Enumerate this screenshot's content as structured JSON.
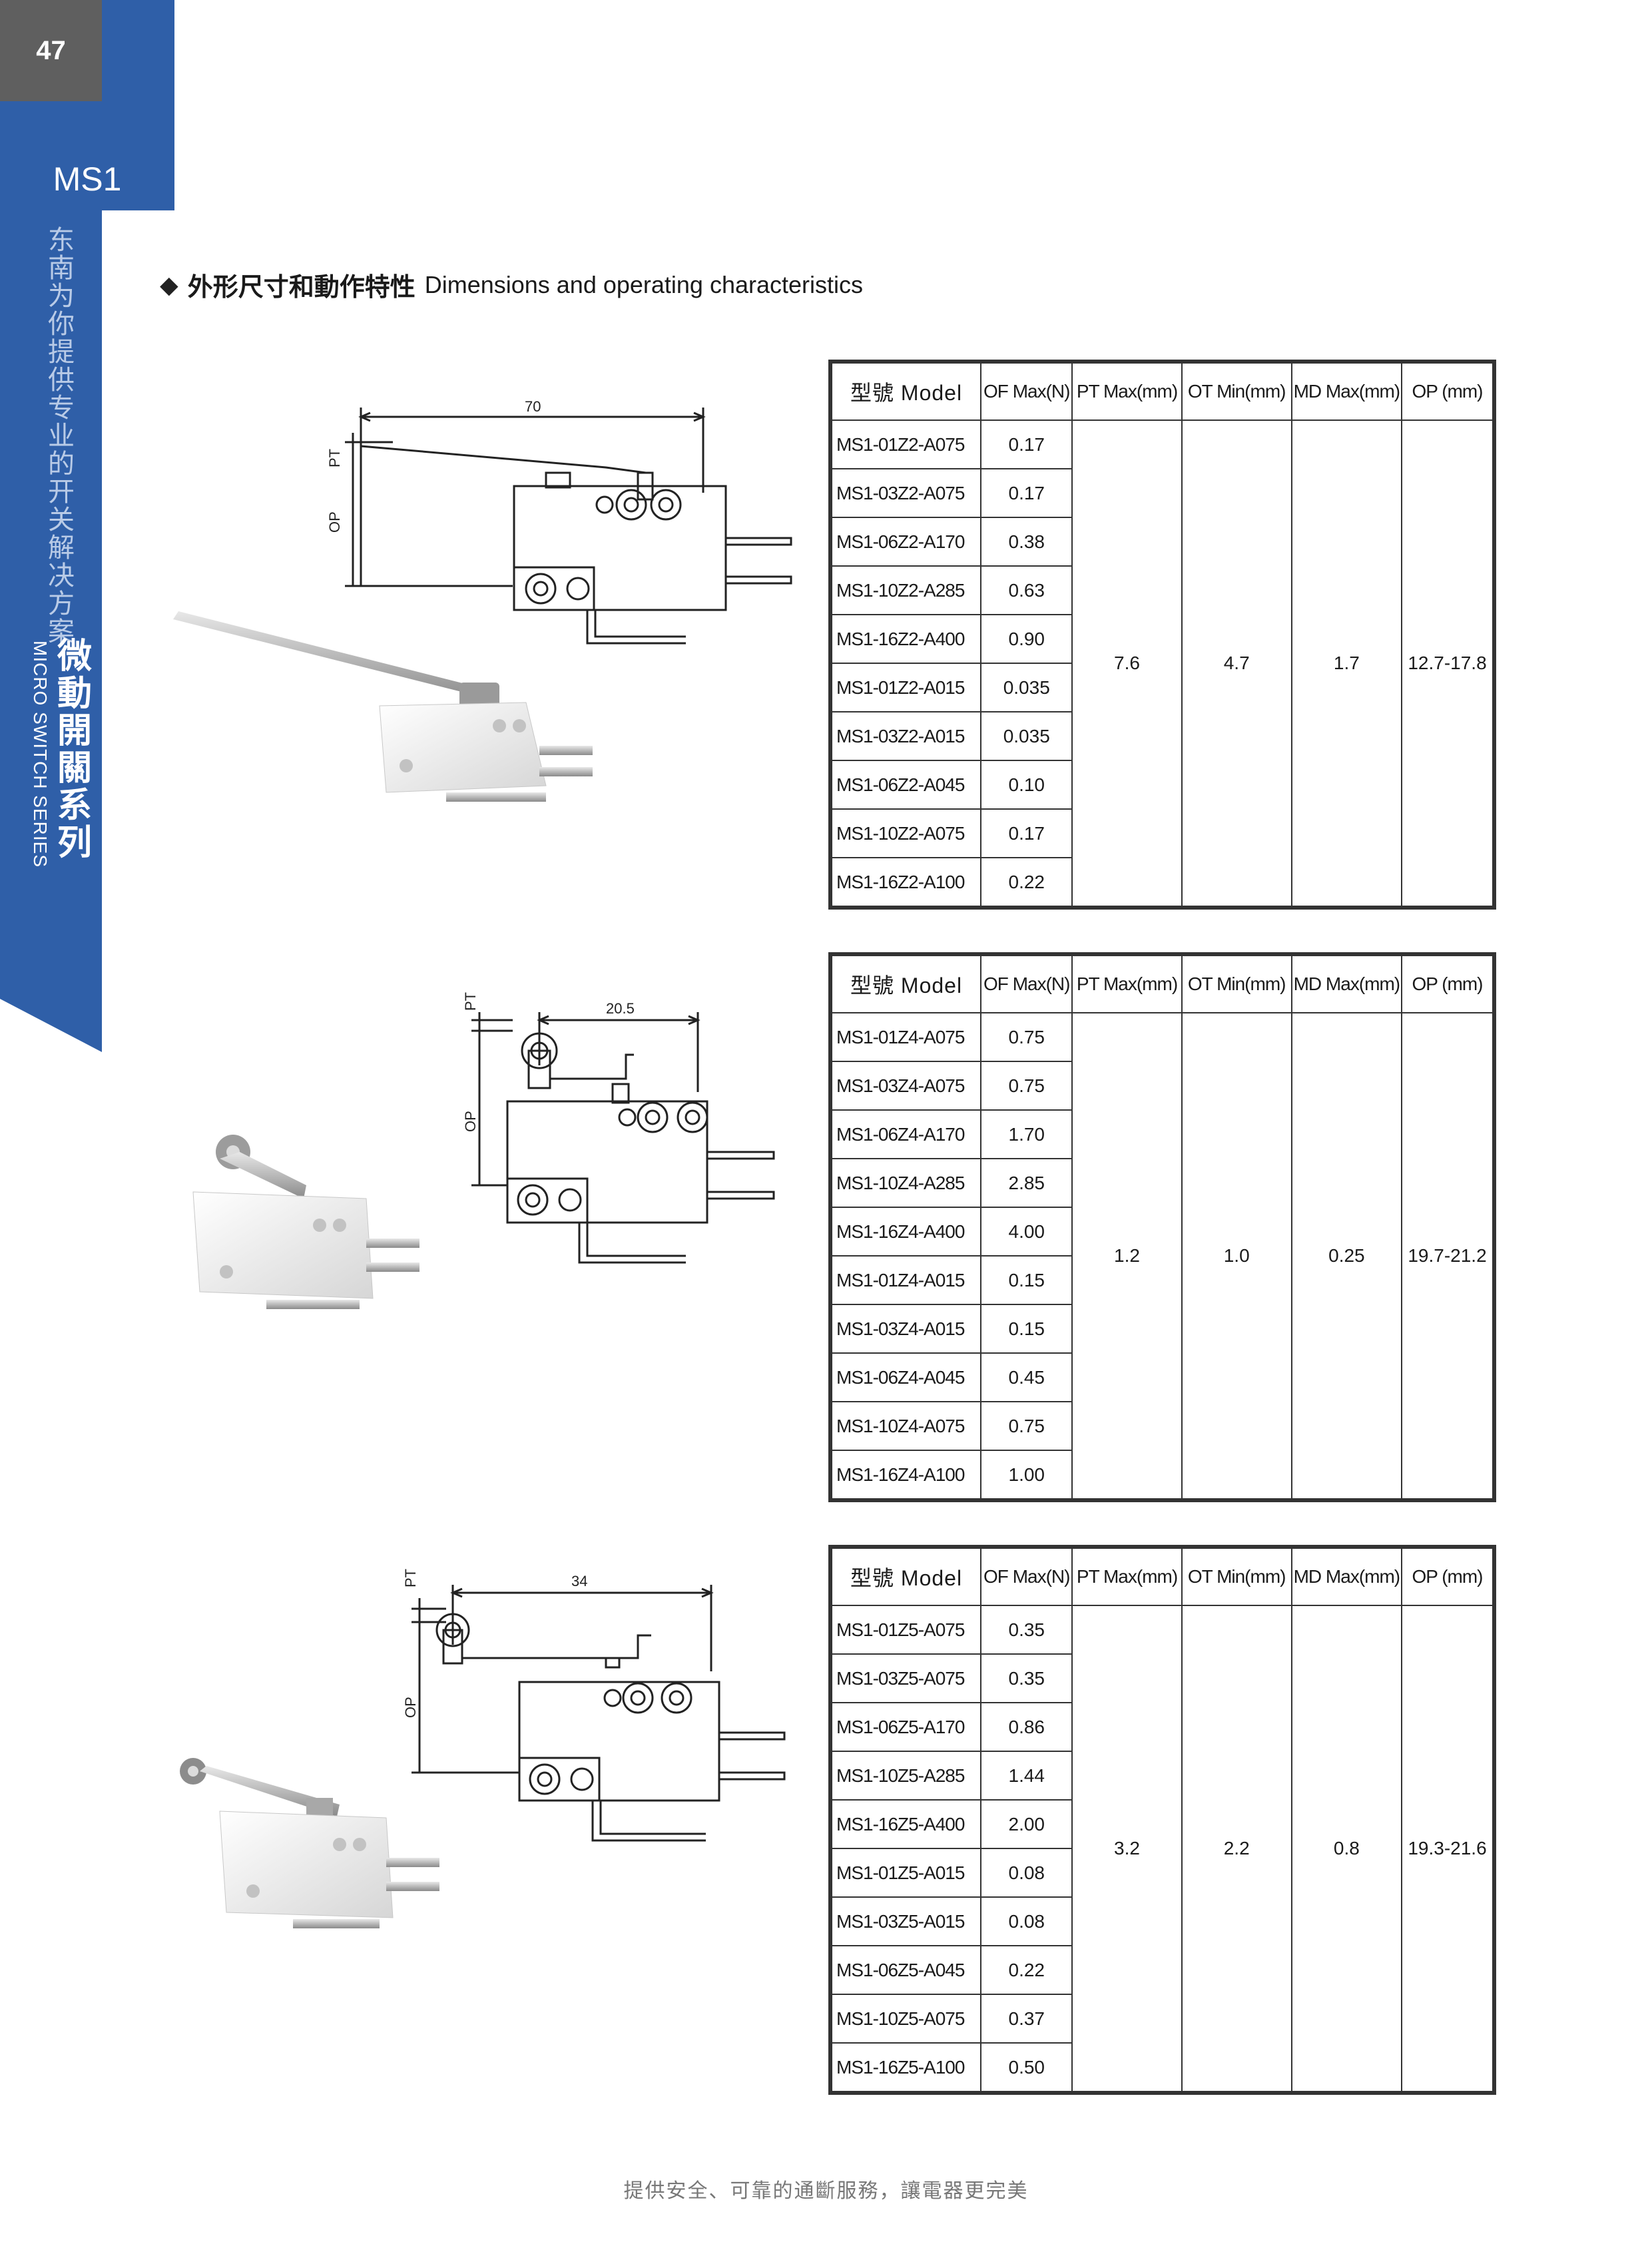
{
  "sidebar": {
    "page_number": "47",
    "series_code": "MS1",
    "slogan_vertical": "东南为你提供专业的开关解决方案",
    "series_cn": "微動開關系列",
    "series_en": "MICRO SWITCH SERIES"
  },
  "heading": {
    "bullet": "◆",
    "title_cn": "外形尺寸和動作特性",
    "title_en": "Dimensions and operating characteristics"
  },
  "table_headers": {
    "model": "型號 Model",
    "of": "OF Max(N)",
    "pt": "PT Max(mm)",
    "ot": "OT Min(mm)",
    "md": "MD Max(mm)",
    "op": "OP (mm)"
  },
  "groups": [
    {
      "dim_length": "70",
      "dim_pt": "PT",
      "dim_op": "OP",
      "rows": [
        {
          "model": "MS1-01Z2-A075",
          "of": "0.17"
        },
        {
          "model": "MS1-03Z2-A075",
          "of": "0.17"
        },
        {
          "model": "MS1-06Z2-A170",
          "of": "0.38"
        },
        {
          "model": "MS1-10Z2-A285",
          "of": "0.63"
        },
        {
          "model": "MS1-16Z2-A400",
          "of": "0.90"
        },
        {
          "model": "MS1-01Z2-A015",
          "of": "0.035"
        },
        {
          "model": "MS1-03Z2-A015",
          "of": "0.035"
        },
        {
          "model": "MS1-06Z2-A045",
          "of": "0.10"
        },
        {
          "model": "MS1-10Z2-A075",
          "of": "0.17"
        },
        {
          "model": "MS1-16Z2-A100",
          "of": "0.22"
        }
      ],
      "pt": "7.6",
      "ot": "4.7",
      "md": "1.7",
      "op": "12.7-17.8"
    },
    {
      "dim_length": "20.5",
      "dim_pt": "PT",
      "dim_op": "OP",
      "rows": [
        {
          "model": "MS1-01Z4-A075",
          "of": "0.75"
        },
        {
          "model": "MS1-03Z4-A075",
          "of": "0.75"
        },
        {
          "model": "MS1-06Z4-A170",
          "of": "1.70"
        },
        {
          "model": "MS1-10Z4-A285",
          "of": "2.85"
        },
        {
          "model": "MS1-16Z4-A400",
          "of": "4.00"
        },
        {
          "model": "MS1-01Z4-A015",
          "of": "0.15"
        },
        {
          "model": "MS1-03Z4-A015",
          "of": "0.15"
        },
        {
          "model": "MS1-06Z4-A045",
          "of": "0.45"
        },
        {
          "model": "MS1-10Z4-A075",
          "of": "0.75"
        },
        {
          "model": "MS1-16Z4-A100",
          "of": "1.00"
        }
      ],
      "pt": "1.2",
      "ot": "1.0",
      "md": "0.25",
      "op": "19.7-21.2"
    },
    {
      "dim_length": "34",
      "dim_pt": "PT",
      "dim_op": "OP",
      "rows": [
        {
          "model": "MS1-01Z5-A075",
          "of": "0.35"
        },
        {
          "model": "MS1-03Z5-A075",
          "of": "0.35"
        },
        {
          "model": "MS1-06Z5-A170",
          "of": "0.86"
        },
        {
          "model": "MS1-10Z5-A285",
          "of": "1.44"
        },
        {
          "model": "MS1-16Z5-A400",
          "of": "2.00"
        },
        {
          "model": "MS1-01Z5-A015",
          "of": "0.08"
        },
        {
          "model": "MS1-03Z5-A015",
          "of": "0.08"
        },
        {
          "model": "MS1-06Z5-A045",
          "of": "0.22"
        },
        {
          "model": "MS1-10Z5-A075",
          "of": "0.37"
        },
        {
          "model": "MS1-16Z5-A100",
          "of": "0.50"
        }
      ],
      "pt": "3.2",
      "ot": "2.2",
      "md": "0.8",
      "op": "19.3-21.6"
    }
  ],
  "footer": "提供安全、可靠的通斷服務，讓電器更完美"
}
